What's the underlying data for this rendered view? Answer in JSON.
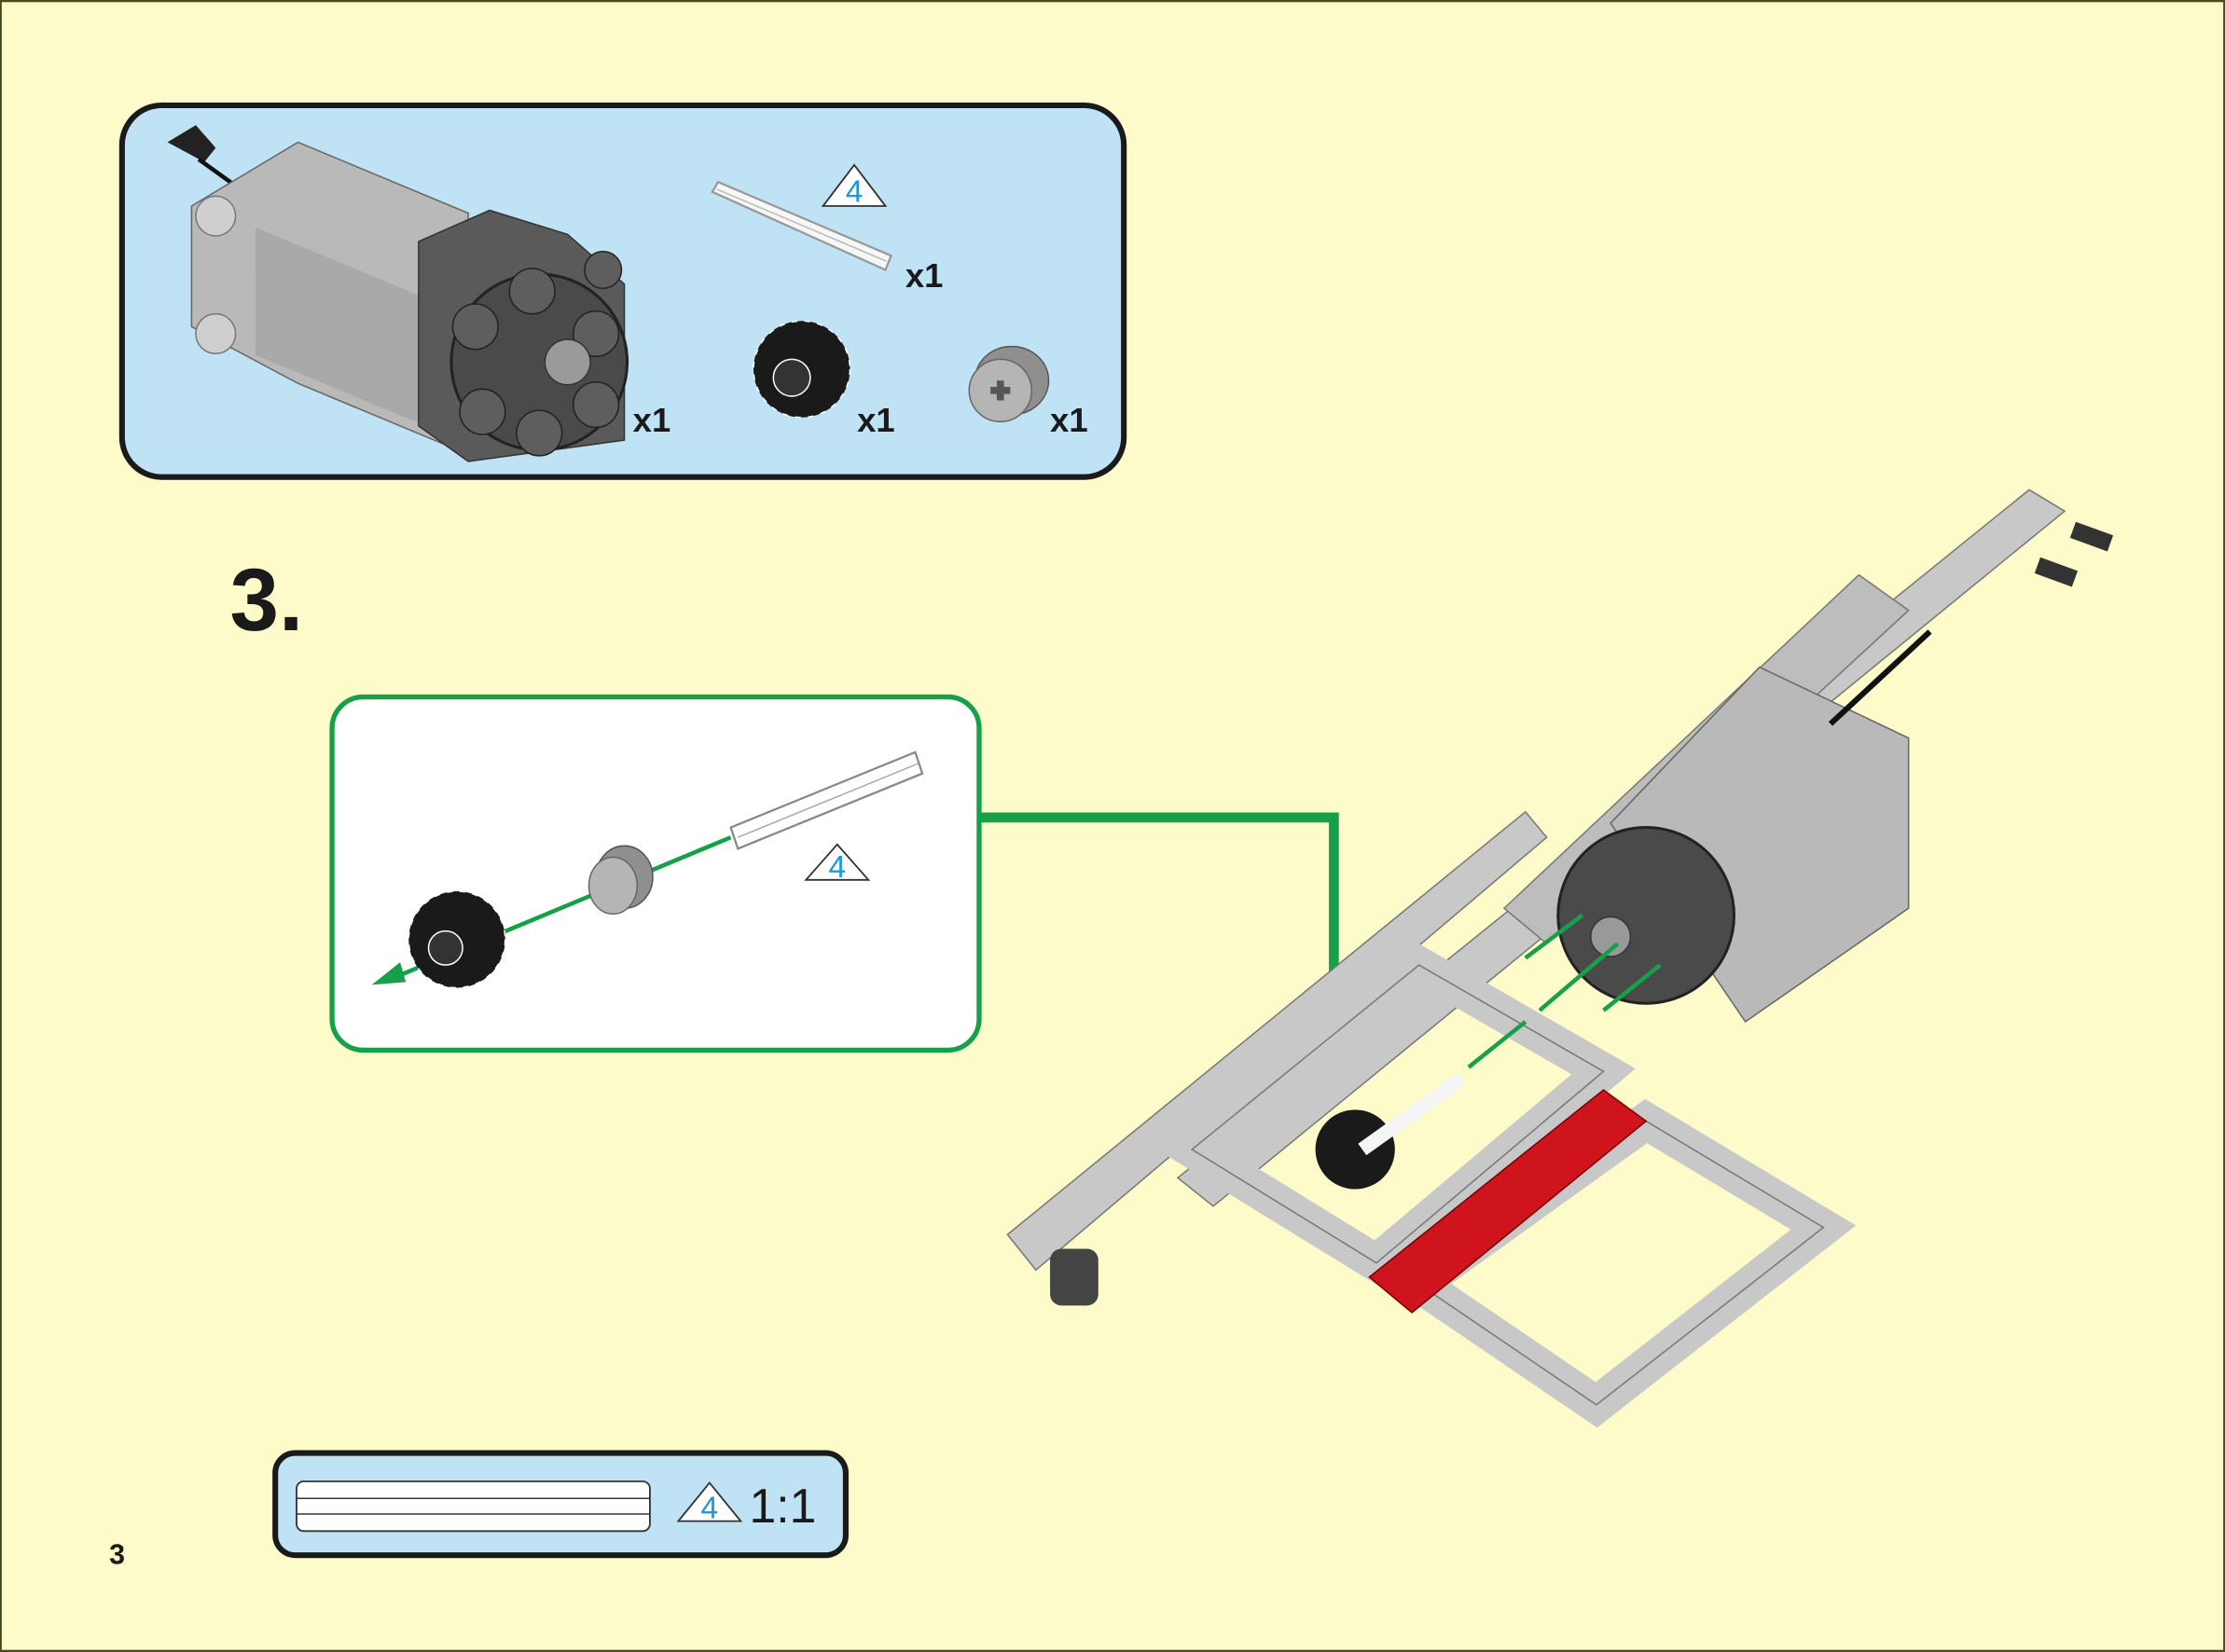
{
  "colors": {
    "page_bg": "#fefbcb",
    "panel_blue": "#bfe3f5",
    "sub_step_border": "#16a04a",
    "arrow_green": "#16a04a",
    "beam_gray": "#c8c8c8",
    "motor_dark": "#555555",
    "beam_red": "#d0141e",
    "length_blue": "#1e9ad6"
  },
  "parts_list": {
    "items": [
      {
        "part": "motor",
        "icon": "motor-icon",
        "quantity": "x1"
      },
      {
        "part": "axle",
        "icon": "axle-icon",
        "length": "4",
        "quantity": "x1"
      },
      {
        "part": "gear",
        "icon": "gear-icon",
        "quantity": "x1"
      },
      {
        "part": "bush",
        "icon": "bush-icon",
        "quantity": "x1"
      }
    ]
  },
  "step": {
    "number": "3."
  },
  "sub_assembly": {
    "axle_length": "4"
  },
  "scale_reference": {
    "axle_length": "4",
    "scale": "1:1"
  },
  "page_number": "3"
}
